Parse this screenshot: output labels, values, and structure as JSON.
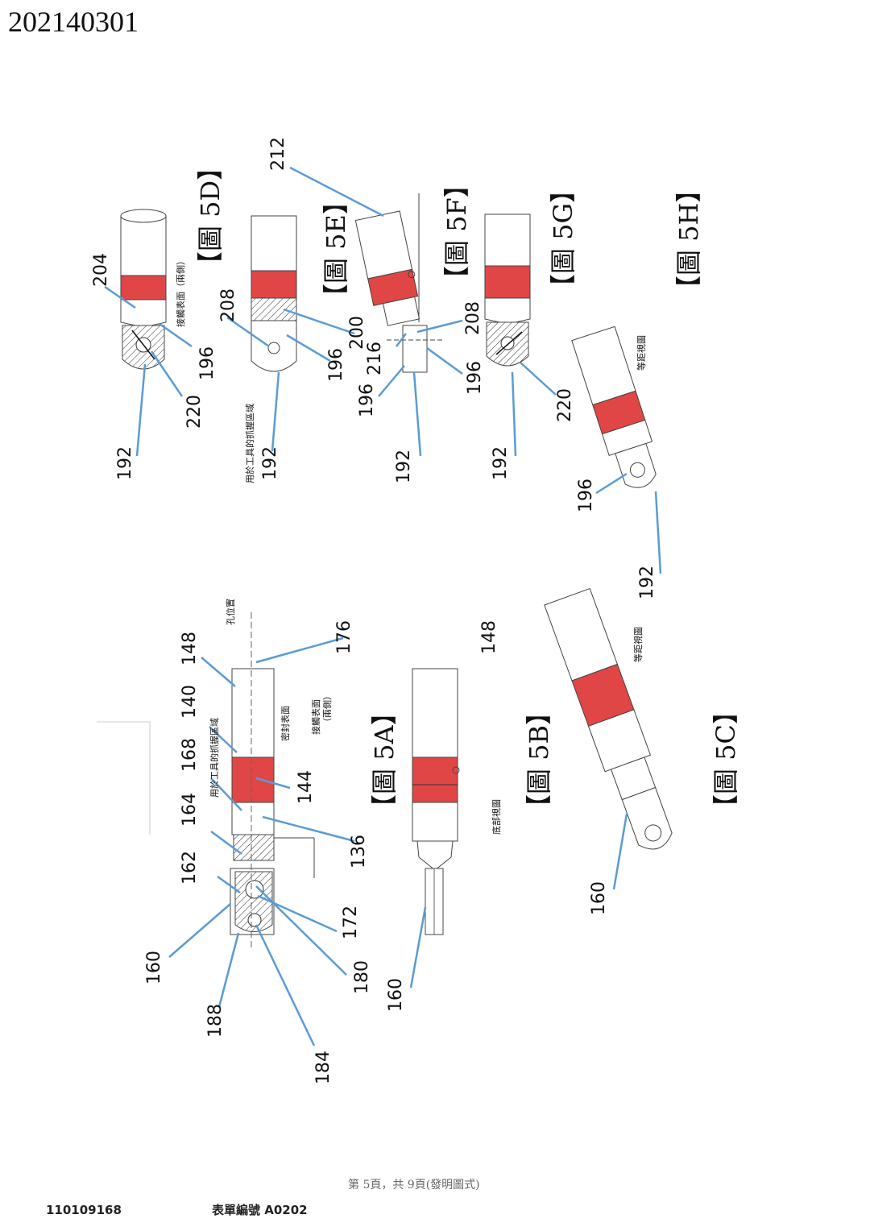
{
  "header": {
    "doc_number": "202140301"
  },
  "colors": {
    "accent": "#e04646",
    "callout": "#5b9bd5"
  },
  "figures": {
    "f5a": "【圖 5A】",
    "f5b": "【圖 5B】",
    "f5c": "【圖 5C】",
    "f5d": "【圖 5D】",
    "f5e": "【圖 5E】",
    "f5f": "【圖 5F】",
    "f5g": "【圖 5G】",
    "f5h": "【圖 5H】"
  },
  "labels": {
    "l136": "136",
    "l140": "140",
    "l144": "144",
    "l148": "148",
    "l160": "160",
    "l162": "162",
    "l164": "164",
    "l168": "168",
    "l172": "172",
    "l176": "176",
    "l180": "180",
    "l184": "184",
    "l188": "188",
    "l192": "192",
    "l196": "196",
    "l200": "200",
    "l204": "204",
    "l208": "208",
    "l212": "212",
    "l216": "216",
    "l220": "220"
  },
  "notes": {
    "hole_position": "孔位置",
    "tool_grip_area": "用於工具的抓握區域",
    "seal_surface": "密封表面",
    "contact_surface": "接觸表面",
    "both_sides_paren": "（兩側）",
    "contact_surface_both": "接觸表面（兩側）",
    "bottom_view": "底部視圖",
    "isometric_view": "等距視圖"
  },
  "footer": {
    "page_text": "第 5頁，共 9頁(發明圖式)",
    "application_number": "110109168",
    "form_number": "表單編號 A0202"
  }
}
